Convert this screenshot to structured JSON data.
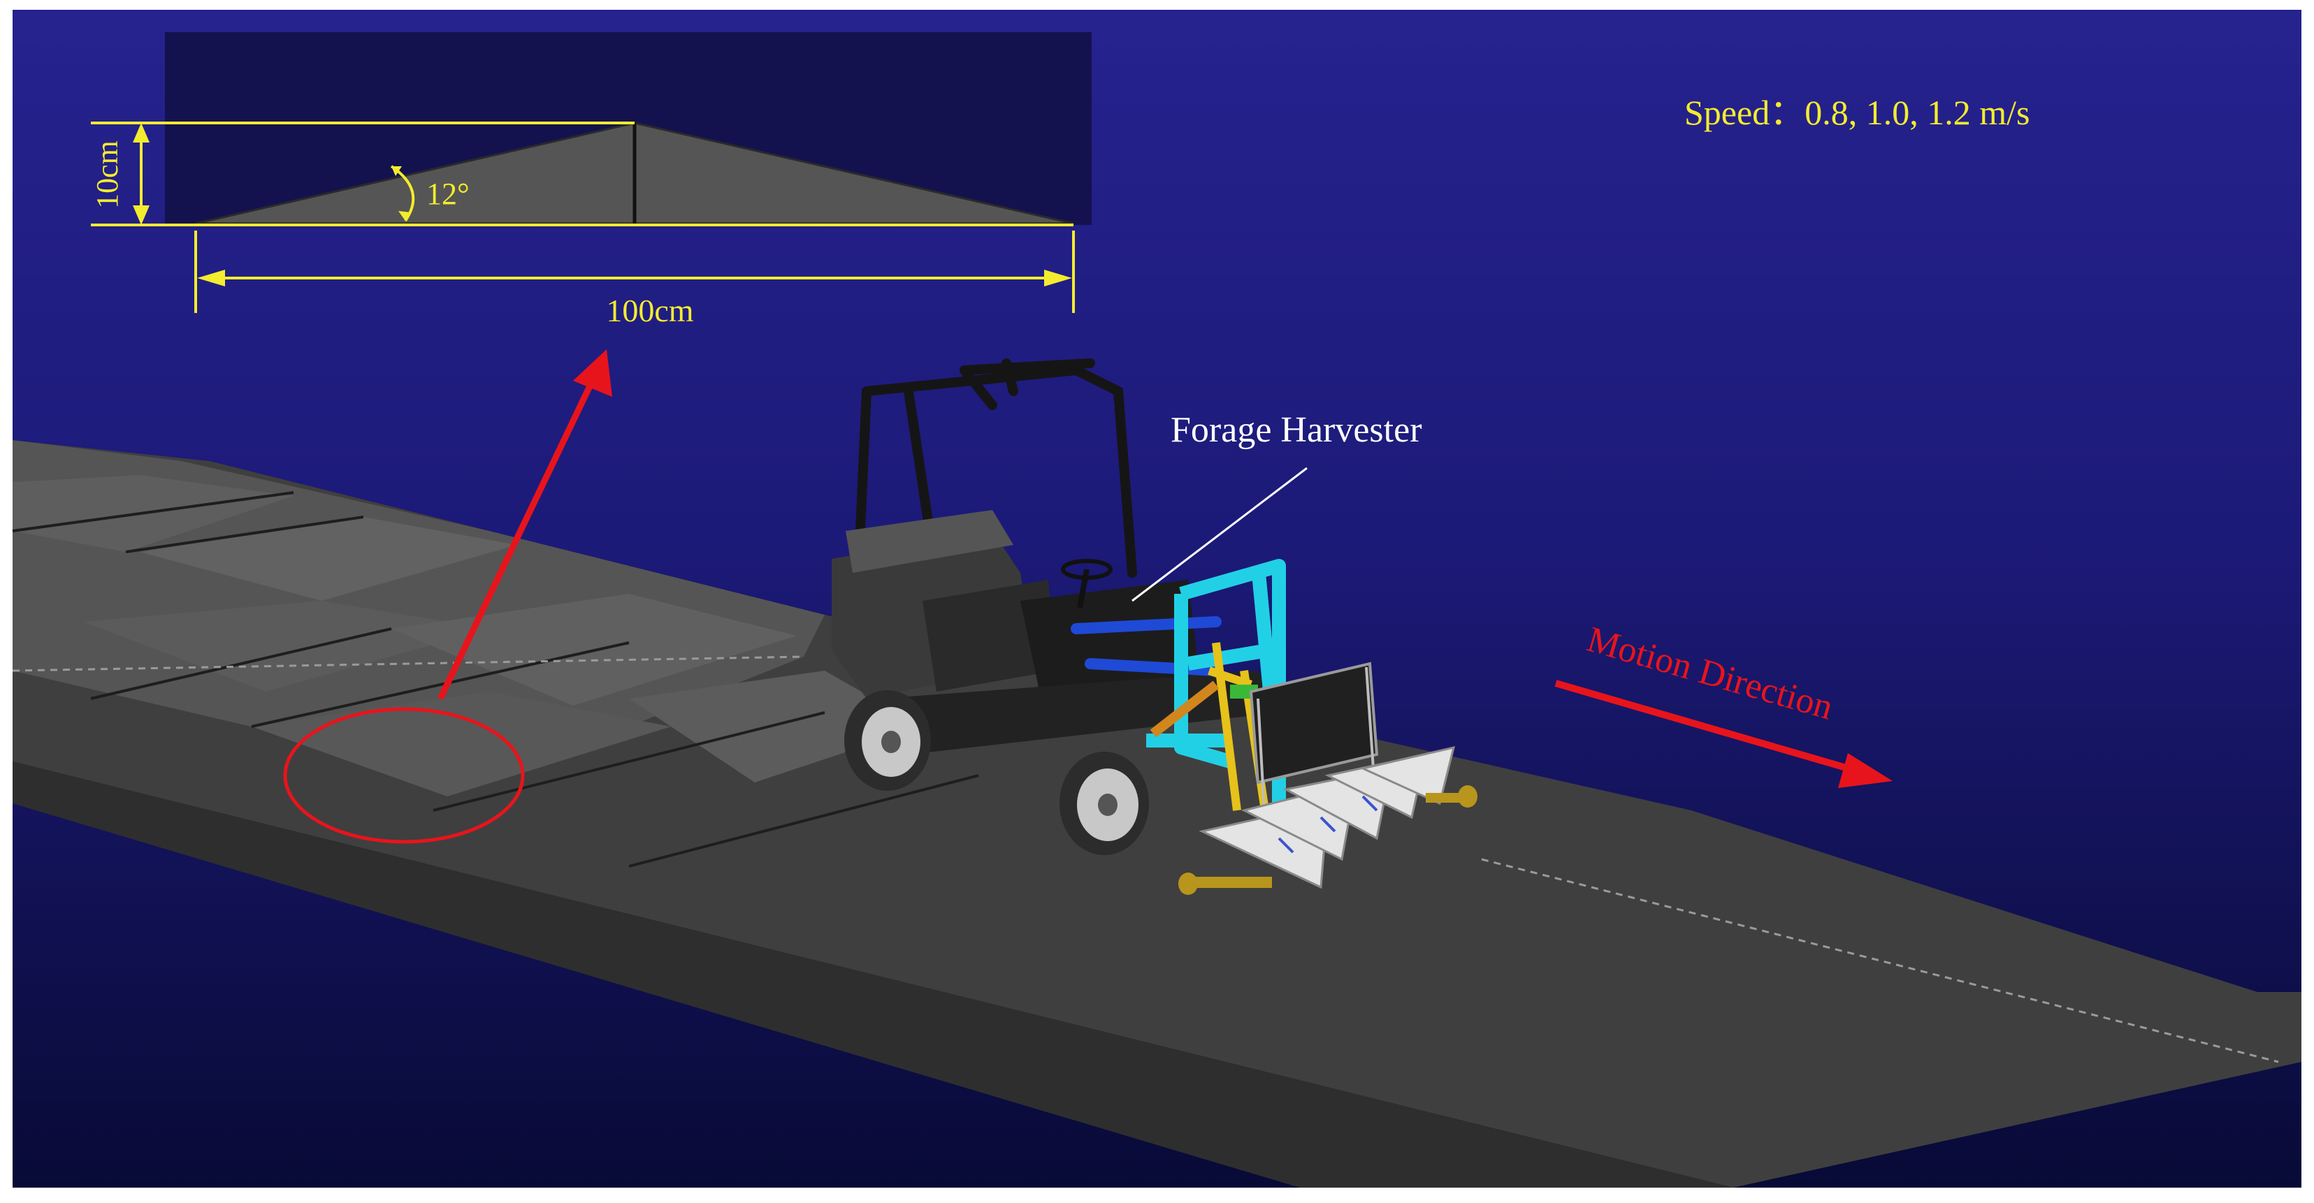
{
  "annotations": {
    "speed": "Speed：0.8, 1.0, 1.2 m/s",
    "harvester_label": "Forage Harvester",
    "motion_label": "Motion Direction"
  },
  "bump_inset": {
    "height_label": "10cm",
    "angle_label": "12°",
    "length_label": "100cm"
  },
  "colors": {
    "background_top": "#231f8a",
    "background_bottom": "#0a0c3c",
    "inset_bg": "#14124e",
    "road": "#4b4b4b",
    "dimension": "#f4ec2e",
    "highlight": "#e8141c",
    "frame": "#22d0e6"
  }
}
